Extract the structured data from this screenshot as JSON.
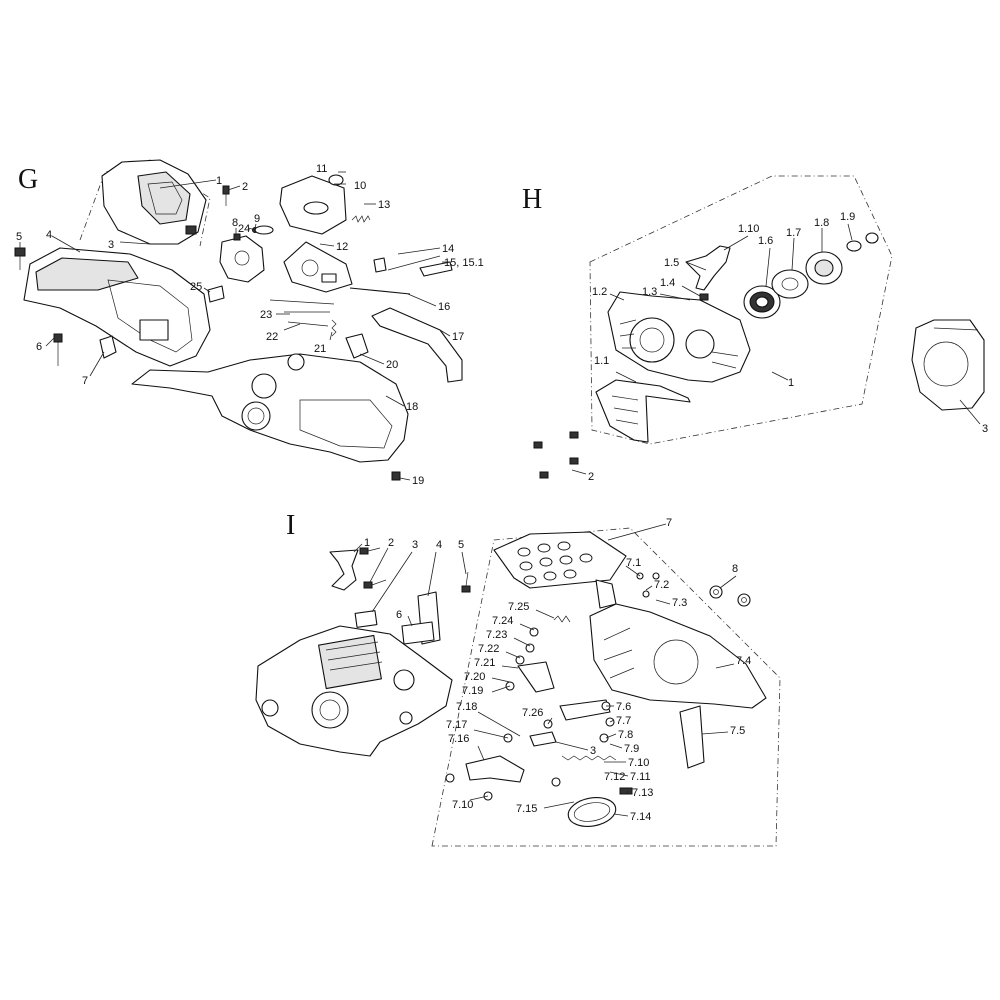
{
  "sections": [
    {
      "id": "G",
      "letter": "G",
      "labels": [
        "1",
        "2",
        "3",
        "4",
        "5",
        "6",
        "7",
        "8",
        "9",
        "10",
        "11",
        "12",
        "13",
        "14",
        "15, 15.1",
        "16",
        "17",
        "18",
        "19",
        "20",
        "21",
        "22",
        "23",
        "24",
        "25"
      ]
    },
    {
      "id": "H",
      "letter": "H",
      "labels": [
        "1",
        "1.1",
        "1.2",
        "1.3",
        "1.4",
        "1.5",
        "1.6",
        "1.7",
        "1.8",
        "1.9",
        "1.10",
        "2",
        "3"
      ]
    },
    {
      "id": "I",
      "letter": "I",
      "labels": [
        "1",
        "2",
        "3",
        "4",
        "5",
        "6",
        "7",
        "7.1",
        "7.2",
        "7.3",
        "7.4",
        "7.5",
        "7.6",
        "7.7",
        "7.8",
        "7.9",
        "7.10",
        "7.11",
        "7.12",
        "7.13",
        "7.14",
        "7.15",
        "7.16",
        "7.17",
        "7.18",
        "7.19",
        "7.20",
        "7.21",
        "7.22",
        "7.23",
        "7.24",
        "7.25",
        "7.26",
        "8",
        "3",
        "7.10"
      ]
    }
  ],
  "labels": {
    "G": {
      "l1": "1",
      "l2": "2",
      "l3": "3",
      "l4": "4",
      "l5": "5",
      "l6": "6",
      "l7": "7",
      "l8": "8",
      "l9": "9",
      "l10": "10",
      "l11": "11",
      "l12": "12",
      "l13": "13",
      "l14": "14",
      "l15": "15, 15.1",
      "l16": "16",
      "l17": "17",
      "l18": "18",
      "l19": "19",
      "l20": "20",
      "l21": "21",
      "l22": "22",
      "l23": "23",
      "l24": "24",
      "l25": "25"
    },
    "H": {
      "l1": "1",
      "l1_1": "1.1",
      "l1_2": "1.2",
      "l1_3": "1.3",
      "l1_4": "1.4",
      "l1_5": "1.5",
      "l1_6": "1.6",
      "l1_7": "1.7",
      "l1_8": "1.8",
      "l1_9": "1.9",
      "l1_10": "1.10",
      "l2": "2",
      "l3": "3"
    },
    "I": {
      "l1": "1",
      "l2": "2",
      "l3": "3",
      "l4": "4",
      "l5": "5",
      "l6": "6",
      "l7": "7",
      "l7_1": "7.1",
      "l7_2": "7.2",
      "l7_3": "7.3",
      "l7_4": "7.4",
      "l7_5": "7.5",
      "l7_6": "7.6",
      "l7_7": "7.7",
      "l7_8": "7.8",
      "l7_9": "7.9",
      "l7_10": "7.10",
      "l7_11": "7.11",
      "l7_12": "7.12",
      "l7_13": "7.13",
      "l7_14": "7.14",
      "l7_15": "7.15",
      "l7_16": "7.16",
      "l7_17": "7.17",
      "l7_18": "7.18",
      "l7_19": "7.19",
      "l7_20": "7.20",
      "l7_21": "7.21",
      "l7_22": "7.22",
      "l7_23": "7.23",
      "l7_24": "7.24",
      "l7_25": "7.25",
      "l7_26": "7.26",
      "l8": "8",
      "l3b": "3",
      "l7_10b": "7.10"
    }
  }
}
